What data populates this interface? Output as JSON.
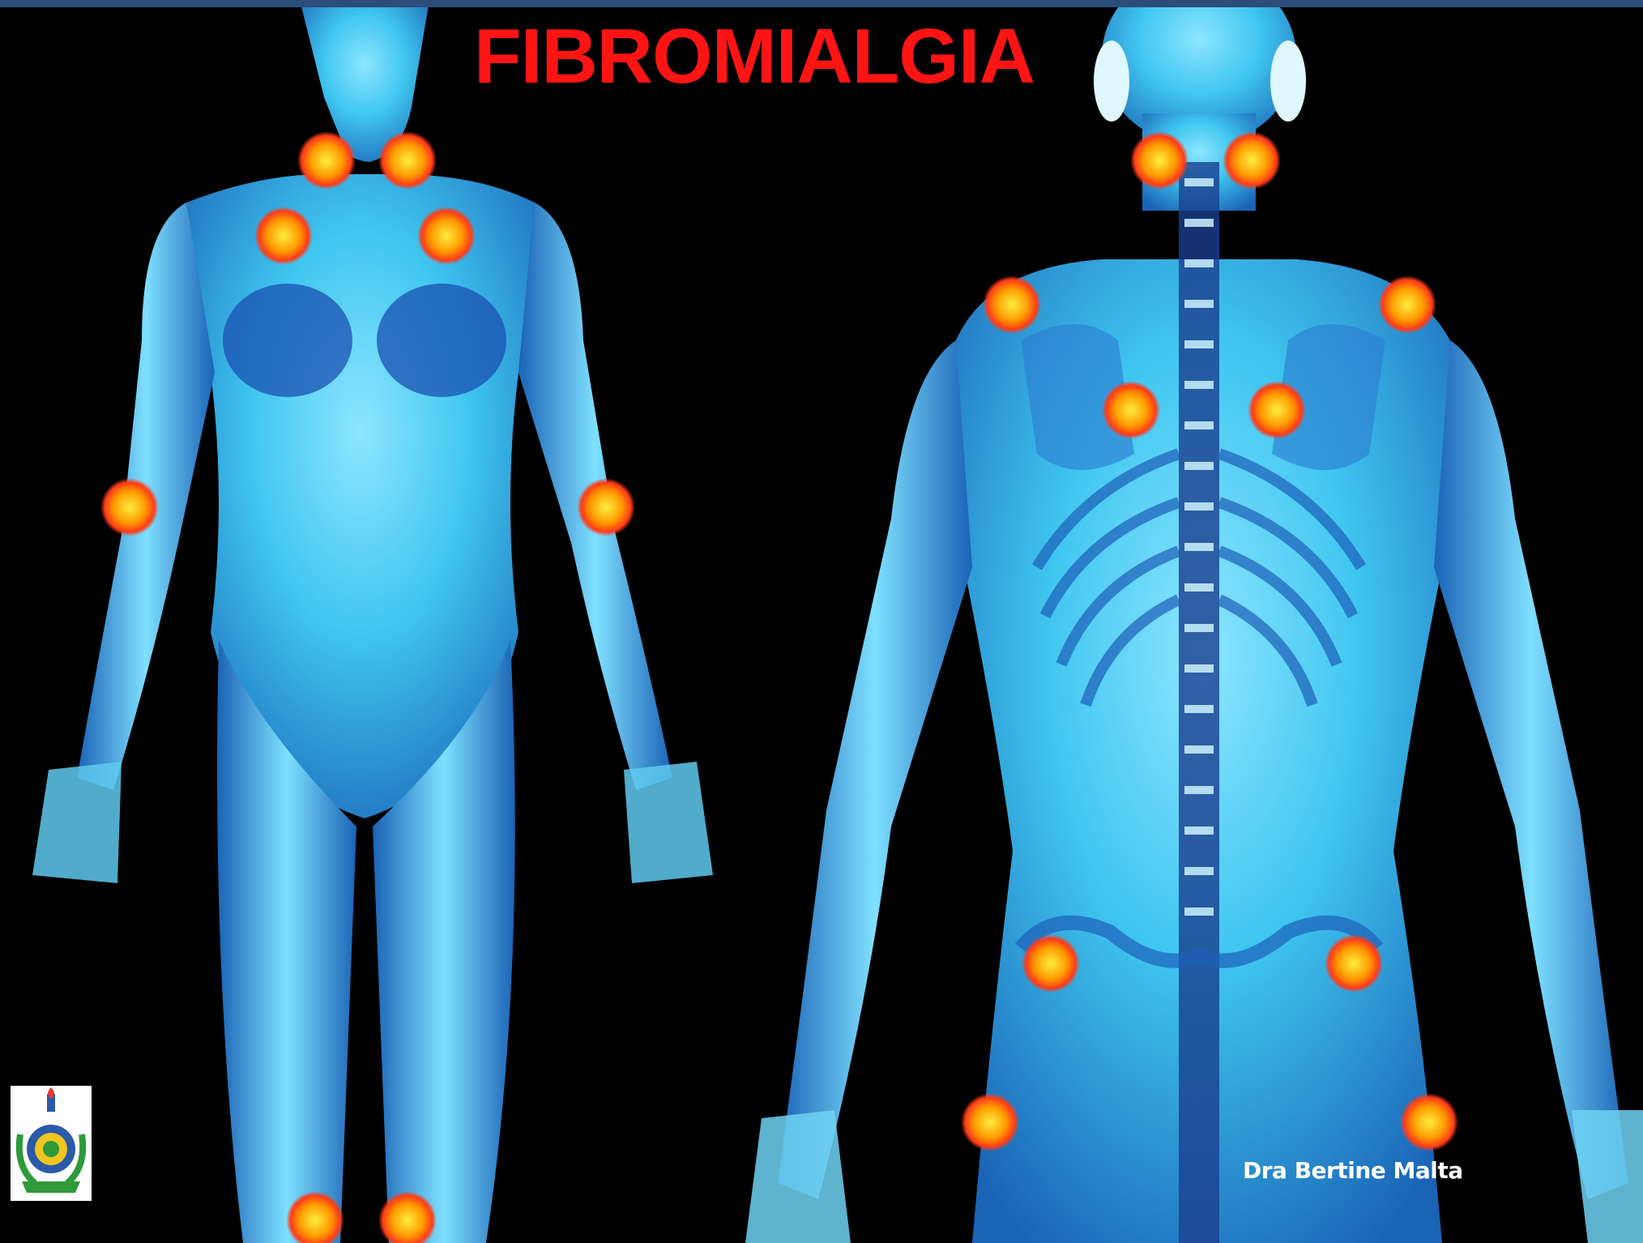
{
  "slide": {
    "title": "FIBROMIALGIA",
    "author": "Dra Bertine Malta",
    "colors": {
      "background": "#000000",
      "top_bar": "#2c4c7a",
      "title": "#ff1414",
      "body_glow": "#3fc6f0",
      "body_dark": "#1a63b5",
      "tender_point": "#ff9a00",
      "tender_point_core": "#ffee40"
    }
  },
  "logo": {
    "icon": "university-crest-icon"
  },
  "tender_points": {
    "front": [
      {
        "label": "neck-left"
      },
      {
        "label": "neck-right"
      },
      {
        "label": "chest-left"
      },
      {
        "label": "chest-right"
      },
      {
        "label": "elbow-left"
      },
      {
        "label": "elbow-right"
      },
      {
        "label": "knee-left"
      },
      {
        "label": "knee-right"
      }
    ],
    "back": [
      {
        "label": "occiput-left"
      },
      {
        "label": "occiput-right"
      },
      {
        "label": "shoulder-left"
      },
      {
        "label": "shoulder-right"
      },
      {
        "label": "scapula-left"
      },
      {
        "label": "scapula-right"
      },
      {
        "label": "hip-left"
      },
      {
        "label": "hip-right"
      },
      {
        "label": "trochanter-left"
      },
      {
        "label": "trochanter-right"
      }
    ]
  }
}
